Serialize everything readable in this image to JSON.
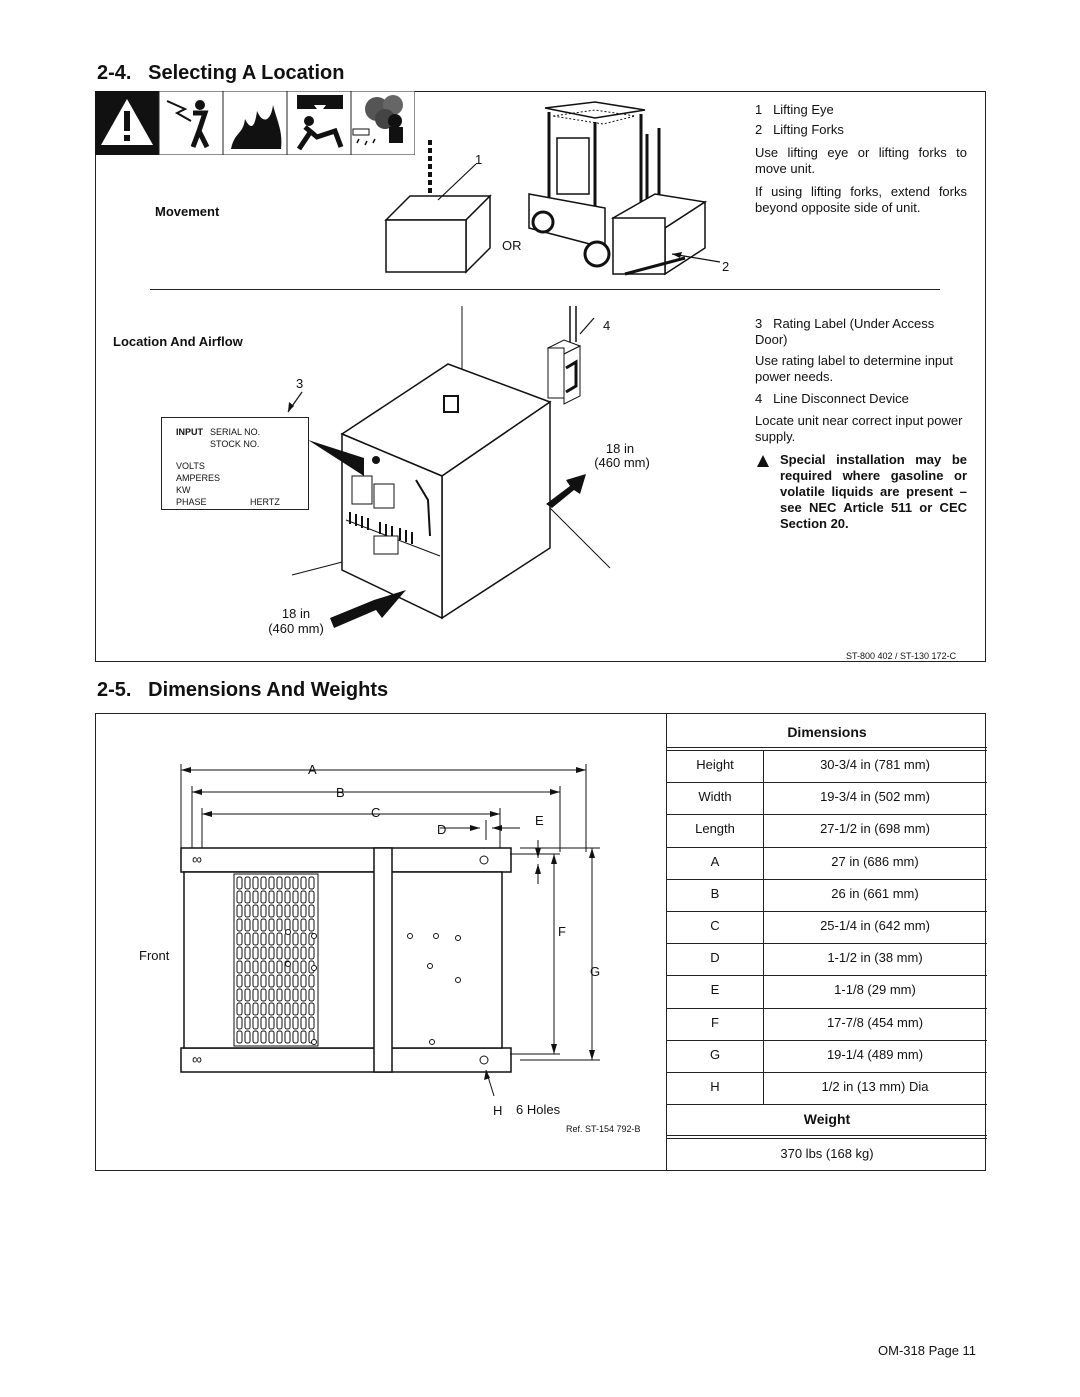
{
  "section1": {
    "title": "2-4.   Selecting A Location",
    "movement_label": "Movement",
    "airflow_label": "Location And Airflow",
    "callouts": {
      "c1": "1",
      "c2": "2",
      "c3": "3",
      "c4": "4",
      "or": "OR"
    },
    "clearance_right": {
      "in": "18 in",
      "mm": "(460 mm)"
    },
    "clearance_front": {
      "in": "18 in",
      "mm": "(460 mm)"
    },
    "rating_label": {
      "input": "INPUT",
      "serial": "SERIAL NO.",
      "stock": "STOCK NO.",
      "volts": "VOLTS",
      "amperes": "AMPERES",
      "kw": "KW",
      "phase": "PHASE",
      "hertz": "HERTZ"
    },
    "notes": {
      "item1": "1   Lifting Eye",
      "item2": "2   Lifting Forks",
      "p1": "Use lifting eye or lifting forks to move unit.",
      "p2": "If using lifting forks, extend forks beyond opposite side of unit.",
      "item3": "3   Rating Label (Under Access Door)",
      "p3": "Use rating label to determine input power needs.",
      "item4": "4   Line Disconnect Device",
      "p4": "Locate unit near correct input power supply.",
      "warning": "Special installation may be required where gasoline or volatile liquids are present – see NEC Article 511 or CEC Section 20."
    },
    "ref": "ST-800 402 / ST-130 172-C"
  },
  "section2": {
    "title": "2-5.   Dimensions And Weights",
    "drawing_labels": {
      "a": "A",
      "b": "B",
      "c": "C",
      "d": "D",
      "e": "E",
      "f": "F",
      "g": "G",
      "h": "H",
      "front": "Front",
      "holes": "6 Holes"
    },
    "ref": "Ref. ST-154 792-B",
    "dimensions_header": "Dimensions",
    "rows": [
      {
        "label": "Height",
        "value": "30-3/4 in (781 mm)"
      },
      {
        "label": "Width",
        "value": "19-3/4 in (502 mm)"
      },
      {
        "label": "Length",
        "value": "27-1/2 in (698 mm)"
      },
      {
        "label": "A",
        "value": "27 in (686 mm)"
      },
      {
        "label": "B",
        "value": "26 in (661 mm)"
      },
      {
        "label": "C",
        "value": "25-1/4 in (642 mm)"
      },
      {
        "label": "D",
        "value": "1-1/2 in (38 mm)"
      },
      {
        "label": "E",
        "value": "1-1/8 (29 mm)"
      },
      {
        "label": "F",
        "value": "17-7/8 (454 mm)"
      },
      {
        "label": "G",
        "value": "19-1/4 (489 mm)"
      },
      {
        "label": "H",
        "value": "1/2 in (13 mm) Dia"
      }
    ],
    "weight_header": "Weight",
    "weight_value": "370 lbs (168 kg)"
  },
  "footer": "OM-318 Page 11"
}
